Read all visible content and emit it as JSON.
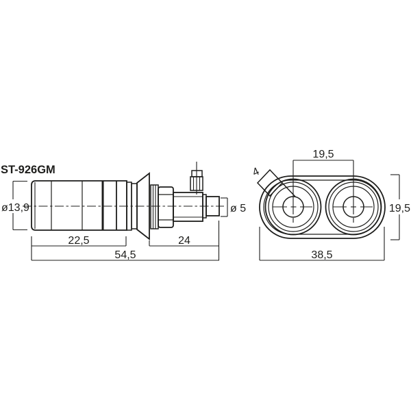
{
  "page": {
    "background": "#ffffff",
    "line_color": "#1d1d1b"
  },
  "title": "ST-926GM",
  "side_view": {
    "description": "side elevation of terminal",
    "dims": {
      "body_diameter": "ø13,9",
      "body_length": "22,5",
      "front_length": "24",
      "total_length": "54,5",
      "pin_diameter": "ø 5"
    }
  },
  "front_view": {
    "description": "front face plate with two posts",
    "dims": {
      "hole_diameter": "4",
      "hole_spacing": "19,5",
      "plate_height": "19,5",
      "plate_width": "38,5"
    }
  }
}
